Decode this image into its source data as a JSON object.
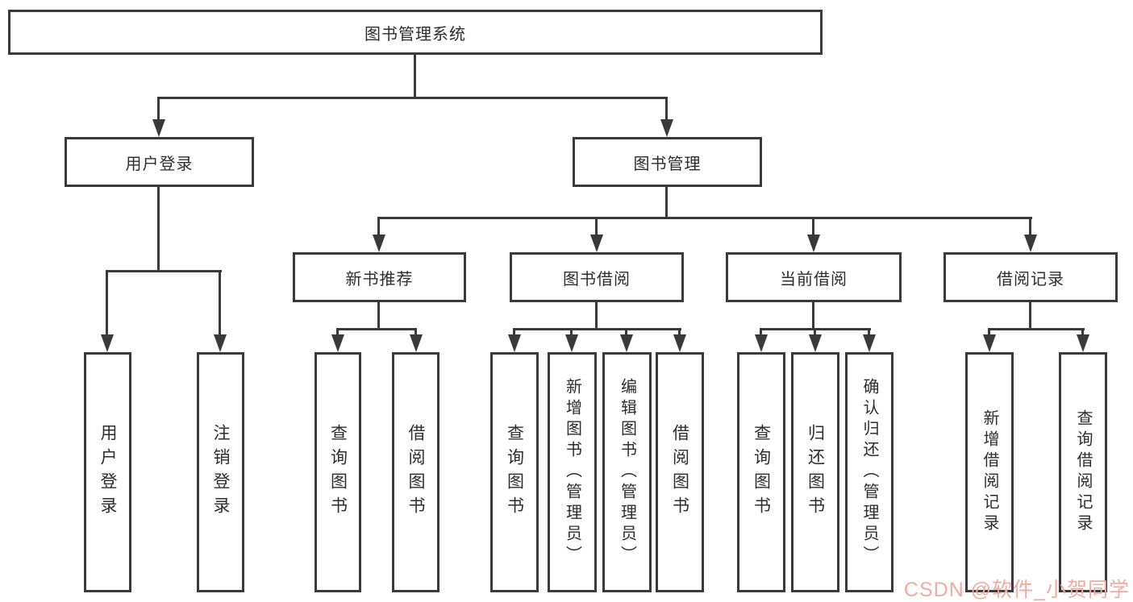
{
  "diagram": {
    "root": {
      "label": "图书管理系统"
    },
    "level2": {
      "user_login": {
        "label": "用户登录"
      },
      "book_mgmt": {
        "label": "图书管理"
      }
    },
    "level3": {
      "new_book_rec": {
        "label": "新书推荐"
      },
      "book_borrow": {
        "label": "图书借阅"
      },
      "current_borrow": {
        "label": "当前借阅"
      },
      "borrow_records": {
        "label": "借阅记录"
      }
    },
    "leaves": {
      "user_login_leaf": {
        "label": "用户登录"
      },
      "logout_leaf": {
        "label": "注销登录"
      },
      "query_books_rec": {
        "label": "查询图书"
      },
      "borrow_books_rec": {
        "label": "借阅图书"
      },
      "query_books_borrow": {
        "label": "查询图书"
      },
      "add_books_admin": {
        "label": "新增图书（管理员）"
      },
      "edit_books_admin": {
        "label": "编辑图书（管理员）"
      },
      "borrow_books_leaf": {
        "label": "借阅图书"
      },
      "query_books_current": {
        "label": "查询图书"
      },
      "return_books": {
        "label": "归还图书"
      },
      "confirm_return_admin": {
        "label": "确认归还（管理员）"
      },
      "add_borrow_record": {
        "label": "新增借阅记录"
      },
      "query_borrow_record": {
        "label": "查询借阅记录"
      }
    }
  },
  "watermark": {
    "text": "CSDN @软件_小贺同学"
  },
  "colors": {
    "line": "#3a3a3a",
    "text": "#2d2d2d",
    "background": "#ffffff",
    "watermark": "#f2aba1"
  }
}
